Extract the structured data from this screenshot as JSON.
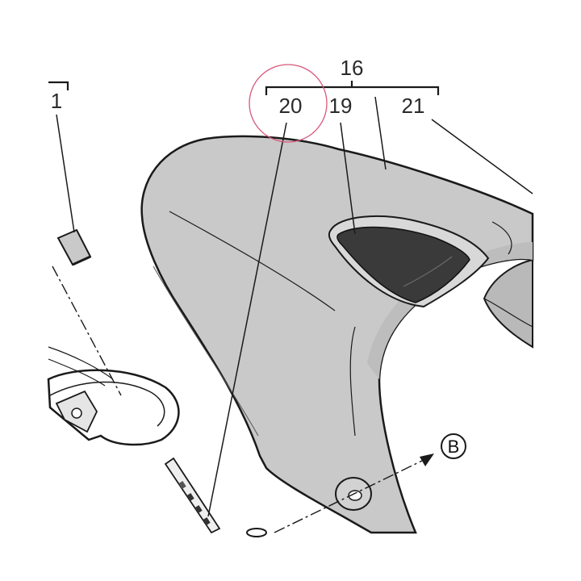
{
  "diagram": {
    "callouts": {
      "part_1": "1",
      "group_16": "16",
      "part_19": "19",
      "part_20": "20",
      "part_21": "21"
    },
    "reference_marker": "B",
    "colors": {
      "line": "#1a1a1a",
      "body_fill": "#c9c9c9",
      "body_shadow": "#b4b4b4",
      "recess_fill": "#3a3a3a",
      "highlight_circle": "#d9577a"
    }
  }
}
